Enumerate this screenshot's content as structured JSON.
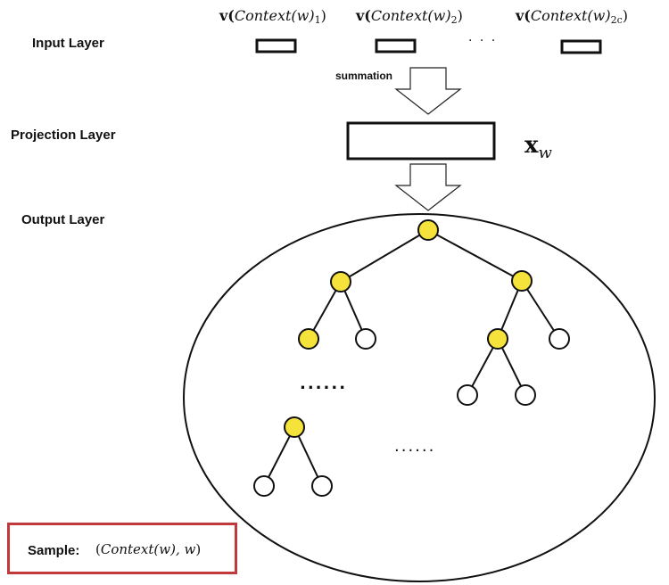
{
  "layers": {
    "input": "Input  Layer",
    "projection": "Projection  Layer",
    "output": "Output Layer"
  },
  "inputs": [
    {
      "prefix": "v(",
      "name": "Context",
      "arg": "(w)",
      "close": ")",
      "sub": "1"
    },
    {
      "prefix": "v(",
      "name": "Context",
      "arg": "(w)",
      "close": ")",
      "sub": "2"
    },
    {
      "prefix": "v(",
      "name": "Context",
      "arg": "(w)",
      "close": ")",
      "sub": "2c"
    }
  ],
  "input_ellipsis": "· · ·",
  "summation_label": "summation",
  "projection_var": {
    "base": "x",
    "sub": "w"
  },
  "tree_ellipsis_left": "......",
  "tree_ellipsis_right": "......",
  "sample": {
    "label": "Sample:",
    "open": "(",
    "name": "Context",
    "arg": "(w), w",
    "close": ")"
  },
  "colors": {
    "highlight_node": "#f5e33b",
    "plain_node": "#ffffff",
    "stroke": "#111111",
    "sample_border": "#c0393b"
  }
}
